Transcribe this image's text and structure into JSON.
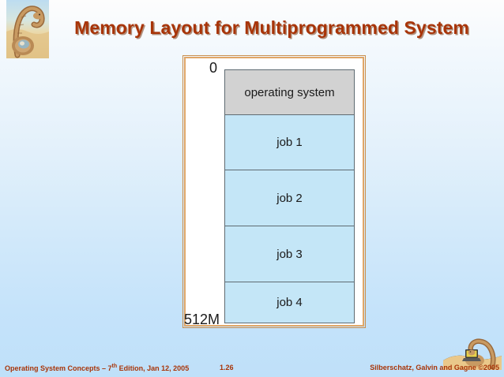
{
  "slide": {
    "title": "Memory Layout for Multiprogrammed System",
    "title_color": "#a83408",
    "background_top_color": "#fdfdfd",
    "background_bottom_color": "#bfe0f9"
  },
  "logos": {
    "top_left": "dinosaur-icon",
    "bottom_right": "dinosaur-with-laptop-icon"
  },
  "diagram": {
    "frame_border_color": "#e0a768",
    "frame_background_color": "#ffffff",
    "address_top": "0",
    "address_bottom": "512M",
    "blocks": [
      {
        "label": "operating system",
        "color": "#d2d2d2"
      },
      {
        "label": "job 1",
        "color": "#c4e6f7"
      },
      {
        "label": "job 2",
        "color": "#c4e6f7"
      },
      {
        "label": "job 3",
        "color": "#c4e6f7"
      },
      {
        "label": "job 4",
        "color": "#c4e6f7"
      }
    ]
  },
  "footer": {
    "book": "Operating System Concepts – 7",
    "book_sup": "th",
    "book_rest": " Edition, Jan 12, 2005",
    "page": "1.26",
    "copyright": "Silberschatz, Galvin and Gagne ©2005"
  }
}
